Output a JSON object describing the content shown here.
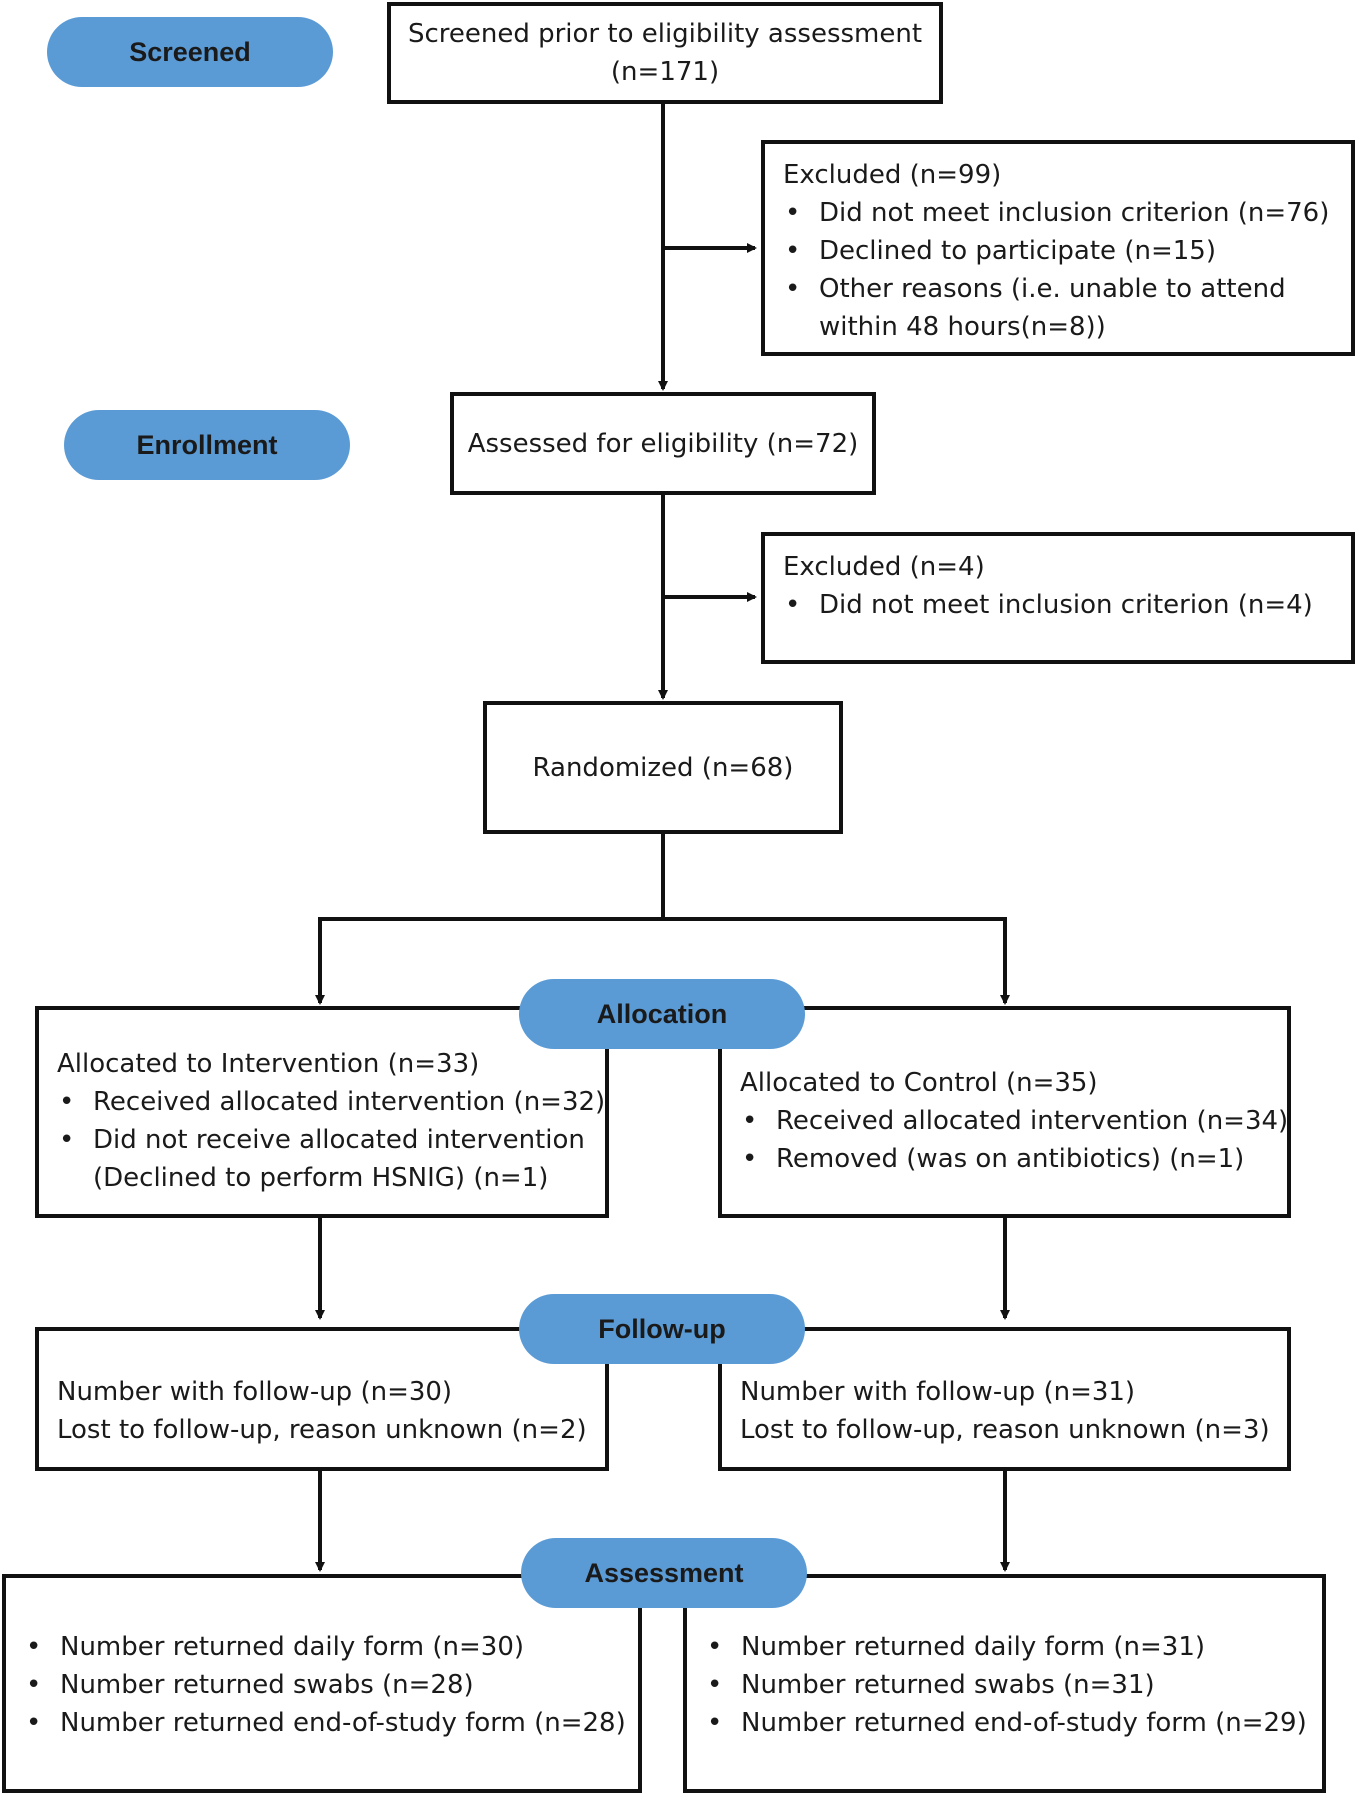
{
  "stages": {
    "screened": "Screened",
    "enrollment": "Enrollment",
    "allocation": "Allocation",
    "followup": "Follow-up",
    "assessment": "Assessment"
  },
  "screened_box": {
    "line1": "Screened prior to eligibility assessment",
    "line2": "(n=171)"
  },
  "excluded1": {
    "title": "Excluded (n=99)",
    "items": [
      "Did not meet inclusion criterion (n=76)",
      "Declined to participate (n=15)",
      "Other reasons (i.e. unable to attend"
    ],
    "item3_cont": "within 48 hours(n=8))"
  },
  "assessed_box": "Assessed for eligibility (n=72)",
  "excluded2": {
    "title": "Excluded (n=4)",
    "items": [
      "Did not meet inclusion criterion (n=4)"
    ]
  },
  "randomized_box": "Randomized (n=68)",
  "alloc_intervention": {
    "title": "Allocated to Intervention  (n=33)",
    "items": [
      "Received allocated intervention (n=32)",
      "Did not receive allocated intervention"
    ],
    "item2_cont": "(Declined to perform HSNIG) (n=1)"
  },
  "alloc_control": {
    "title": "Allocated to Control (n=35)",
    "items": [
      "Received allocated intervention (n=34)",
      "Removed (was on antibiotics) (n=1)"
    ]
  },
  "followup_left": {
    "line1": "Number with follow-up (n=30)",
    "line2": "Lost to follow-up, reason unknown (n=2)"
  },
  "followup_right": {
    "line1": "Number with follow-up (n=31)",
    "line2": "Lost to follow-up, reason unknown (n=3)"
  },
  "assess_left": {
    "items": [
      "Number returned daily form (n=30)",
      "Number returned swabs (n=28)",
      "Number returned end-of-study form (n=28)"
    ]
  },
  "assess_right": {
    "items": [
      "Number returned daily form (n=31)",
      "Number returned swabs (n=31)",
      "Number returned end-of-study form (n=29)"
    ]
  },
  "colors": {
    "pill": "#5b9bd5",
    "border": "#111111"
  }
}
